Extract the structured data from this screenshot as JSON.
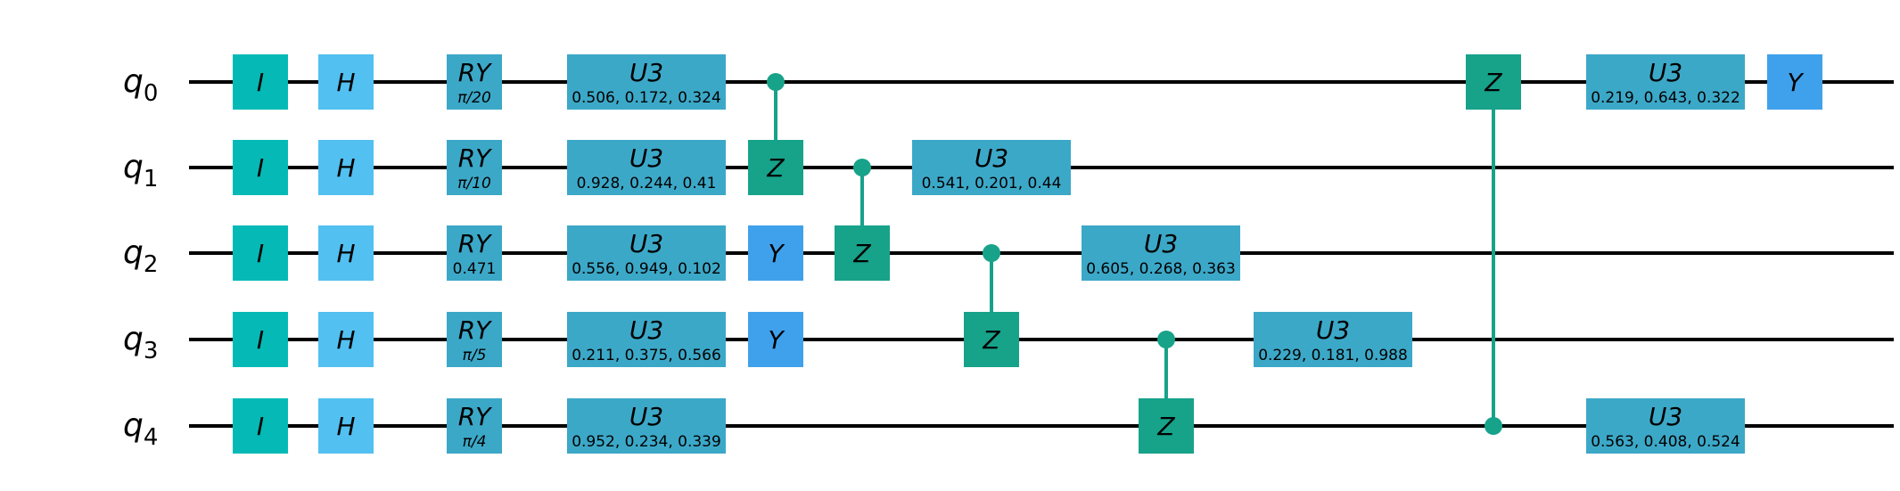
{
  "colors": {
    "I": "#05bab6",
    "H": "#52c0f0",
    "RY": "#3ca8c8",
    "U3": "#3ca8c8",
    "Y": "#3fa1ec",
    "Z": "#17a28a",
    "control": "#17a28a",
    "wire": "#000000"
  },
  "qubits": [
    {
      "name": "q",
      "index": "0"
    },
    {
      "name": "q",
      "index": "1"
    },
    {
      "name": "q",
      "index": "2"
    },
    {
      "name": "q",
      "index": "3"
    },
    {
      "name": "q",
      "index": "4"
    }
  ],
  "gates": [
    {
      "type": "I",
      "label": "I",
      "qubit": 0,
      "col": 0
    },
    {
      "type": "I",
      "label": "I",
      "qubit": 1,
      "col": 0
    },
    {
      "type": "I",
      "label": "I",
      "qubit": 2,
      "col": 0
    },
    {
      "type": "I",
      "label": "I",
      "qubit": 3,
      "col": 0
    },
    {
      "type": "I",
      "label": "I",
      "qubit": 4,
      "col": 0
    },
    {
      "type": "H",
      "label": "H",
      "qubit": 0,
      "col": 1
    },
    {
      "type": "H",
      "label": "H",
      "qubit": 1,
      "col": 1
    },
    {
      "type": "H",
      "label": "H",
      "qubit": 2,
      "col": 1
    },
    {
      "type": "H",
      "label": "H",
      "qubit": 3,
      "col": 1
    },
    {
      "type": "H",
      "label": "H",
      "qubit": 4,
      "col": 1
    },
    {
      "type": "RY",
      "label": "RY",
      "param": "π/20",
      "qubit": 0,
      "col": 2
    },
    {
      "type": "RY",
      "label": "RY",
      "param": "π/10",
      "qubit": 1,
      "col": 2
    },
    {
      "type": "RY",
      "label": "RY",
      "param": "0.471",
      "qubit": 2,
      "col": 2
    },
    {
      "type": "RY",
      "label": "RY",
      "param": "π/5",
      "qubit": 3,
      "col": 2
    },
    {
      "type": "RY",
      "label": "RY",
      "param": "π/4",
      "qubit": 4,
      "col": 2
    },
    {
      "type": "U3",
      "label": "U3",
      "param": "0.506, 0.172, 0.324",
      "qubit": 0,
      "col": 3
    },
    {
      "type": "U3",
      "label": "U3",
      "param": "0.928, 0.244, 0.41",
      "qubit": 1,
      "col": 3
    },
    {
      "type": "U3",
      "label": "U3",
      "param": "0.556, 0.949, 0.102",
      "qubit": 2,
      "col": 3
    },
    {
      "type": "U3",
      "label": "U3",
      "param": "0.211, 0.375, 0.566",
      "qubit": 3,
      "col": 3
    },
    {
      "type": "U3",
      "label": "U3",
      "param": "0.952, 0.234, 0.339",
      "qubit": 4,
      "col": 3
    },
    {
      "type": "Y",
      "label": "Y",
      "qubit": 2,
      "col": 4
    },
    {
      "type": "Y",
      "label": "Y",
      "qubit": 3,
      "col": 4
    },
    {
      "type": "U3",
      "label": "U3",
      "param": "0.541, 0.201, 0.44",
      "qubit": 1,
      "col": 6
    },
    {
      "type": "U3",
      "label": "U3",
      "param": "0.605, 0.268, 0.363",
      "qubit": 2,
      "col": 8
    },
    {
      "type": "U3",
      "label": "U3",
      "param": "0.229, 0.181, 0.988",
      "qubit": 3,
      "col": 10
    },
    {
      "type": "U3",
      "label": "U3",
      "param": "0.219, 0.643, 0.322",
      "qubit": 0,
      "col": 12
    },
    {
      "type": "U3",
      "label": "U3",
      "param": "0.563, 0.408, 0.524",
      "qubit": 4,
      "col": 12
    },
    {
      "type": "Y",
      "label": "Y",
      "qubit": 0,
      "col": 13
    }
  ],
  "controlled": [
    {
      "label": "Z",
      "control": 0,
      "target": 1,
      "col": 4
    },
    {
      "label": "Z",
      "control": 1,
      "target": 2,
      "col": 5
    },
    {
      "label": "Z",
      "control": 2,
      "target": 3,
      "col": 7
    },
    {
      "label": "Z",
      "control": 3,
      "target": 4,
      "col": 9
    },
    {
      "label": "Z",
      "control": 4,
      "target": 0,
      "col": 11
    }
  ]
}
